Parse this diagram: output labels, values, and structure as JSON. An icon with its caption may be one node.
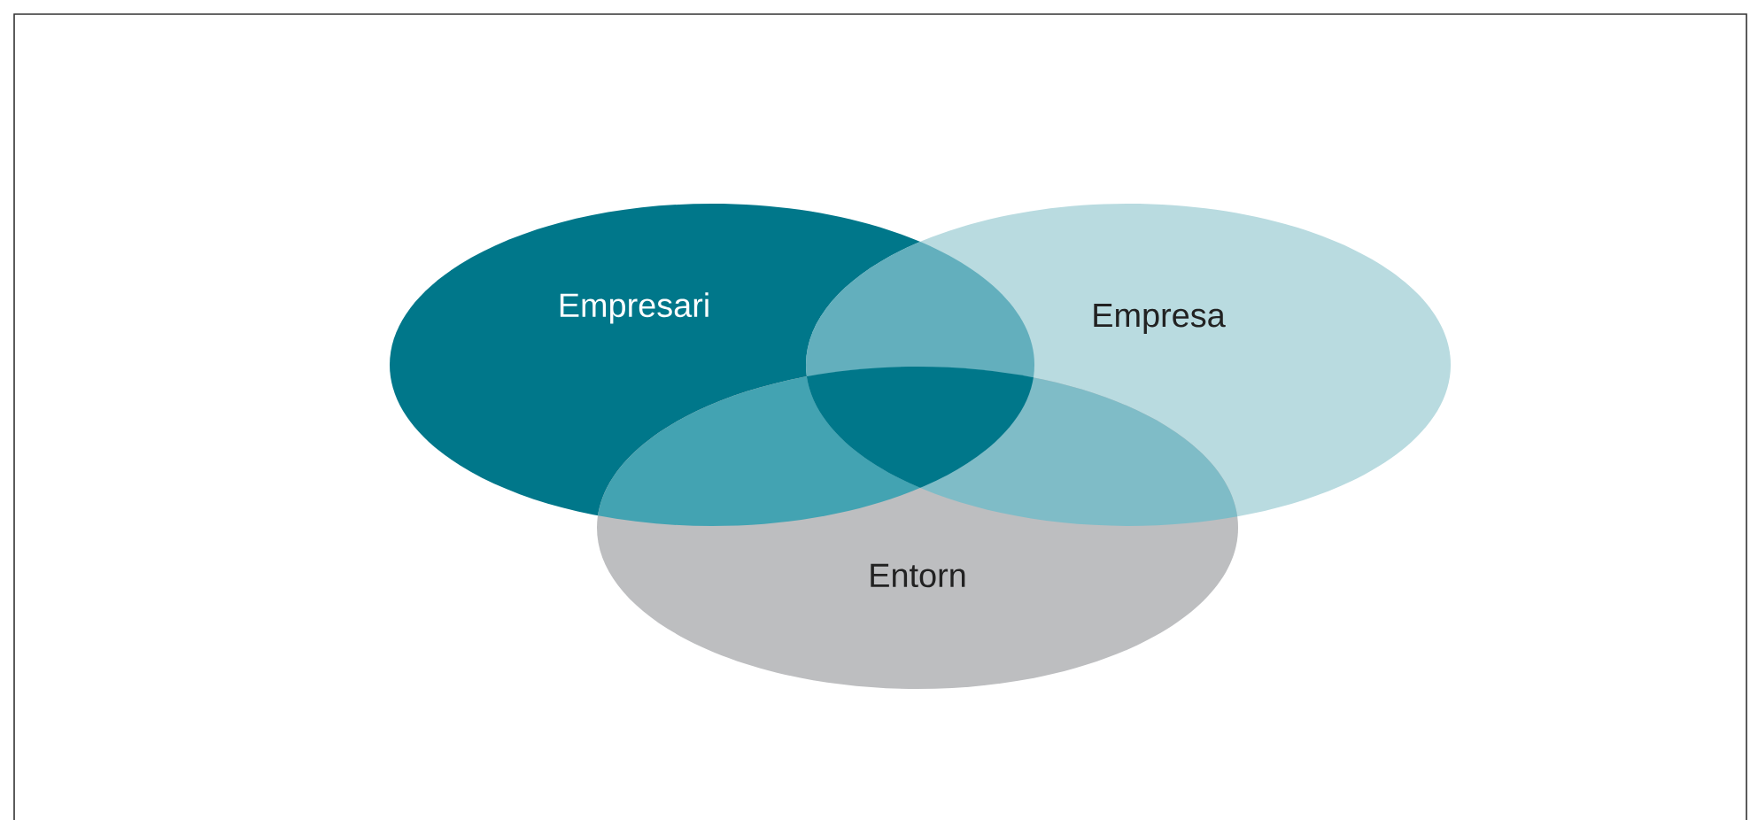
{
  "diagram": {
    "nodes": [
      {
        "text": [
          "Empresari"
        ]
      },
      {
        "text": [
          "Empresa"
        ]
      },
      {
        "text": [
          "Entorn"
        ]
      }
    ]
  }
}
